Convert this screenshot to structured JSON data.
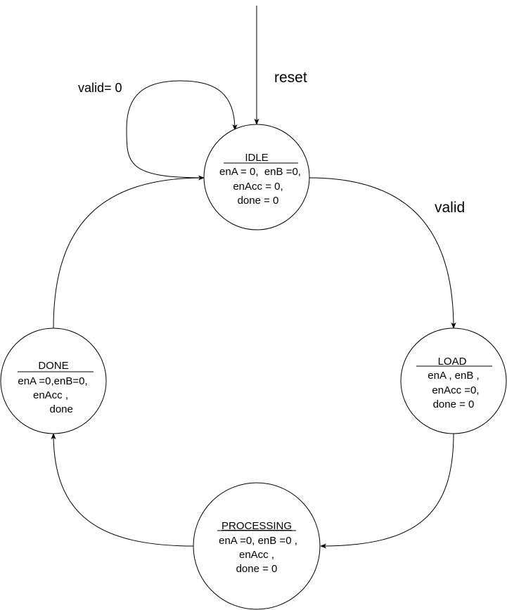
{
  "states": {
    "idle": {
      "name": "IDLE",
      "lines": [
        "enA = 0,  enB =0,",
        "enAcc = 0,",
        "done = 0"
      ]
    },
    "load": {
      "name": "LOAD",
      "lines": [
        "enA , enB ,",
        "enAcc =0,",
        "done = 0"
      ]
    },
    "processing": {
      "name": "PROCESSING",
      "lines": [
        "enA =0, enB =0 ,",
        "enAcc ,",
        "done = 0"
      ]
    },
    "done": {
      "name": "DONE",
      "lines": [
        "enA =0,enB=0,",
        "enAcc ,",
        "  done"
      ]
    }
  },
  "edges": {
    "reset": "reset",
    "self_loop": "valid= 0",
    "idle_to_load": "valid"
  }
}
